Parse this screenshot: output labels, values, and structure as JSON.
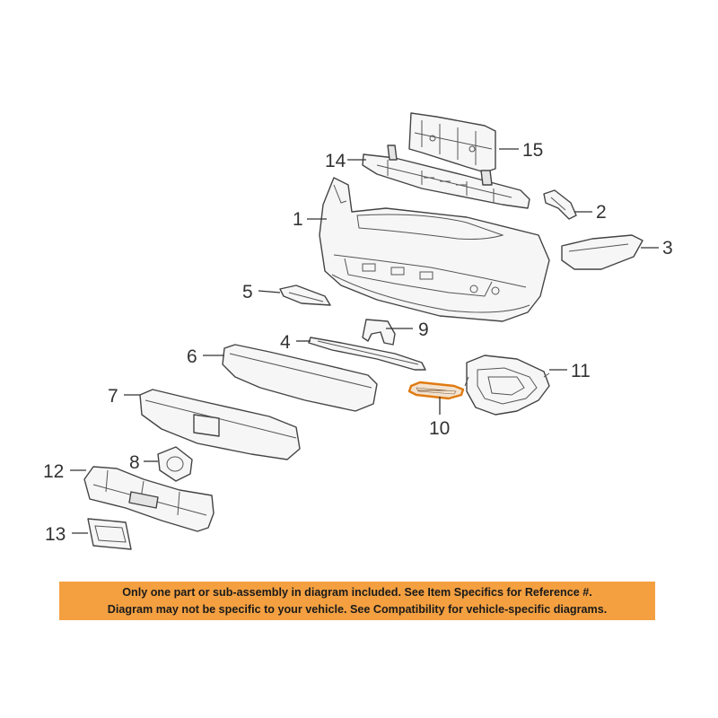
{
  "callouts": {
    "c1": "1",
    "c2": "2",
    "c3": "3",
    "c4": "4",
    "c5": "5",
    "c6": "6",
    "c7": "7",
    "c8": "8",
    "c9": "9",
    "c10": "10",
    "c11": "11",
    "c12": "12",
    "c13": "13",
    "c14": "14",
    "c15": "15"
  },
  "highlighted_part": "10",
  "colors": {
    "highlight_outline": "#e07a10",
    "notice_background": "#f4a041",
    "line": "#444444"
  },
  "notice": {
    "line1": "Only one part or sub-assembly in diagram included. See Item Specifics for Reference #.",
    "line2": "Diagram may not be specific to your vehicle. See Compatibility for vehicle-specific diagrams."
  }
}
